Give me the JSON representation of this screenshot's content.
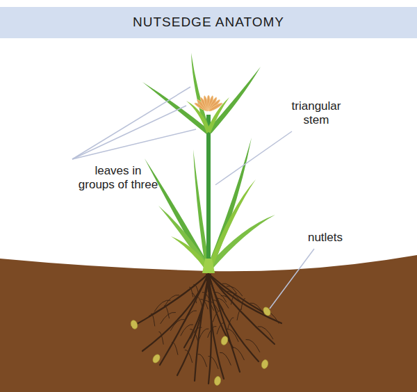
{
  "diagram": {
    "title": "NUTSEDGE ANATOMY",
    "labels": [
      "leaves in groups of three",
      "triangular stem",
      "nutlets"
    ]
  }
}
